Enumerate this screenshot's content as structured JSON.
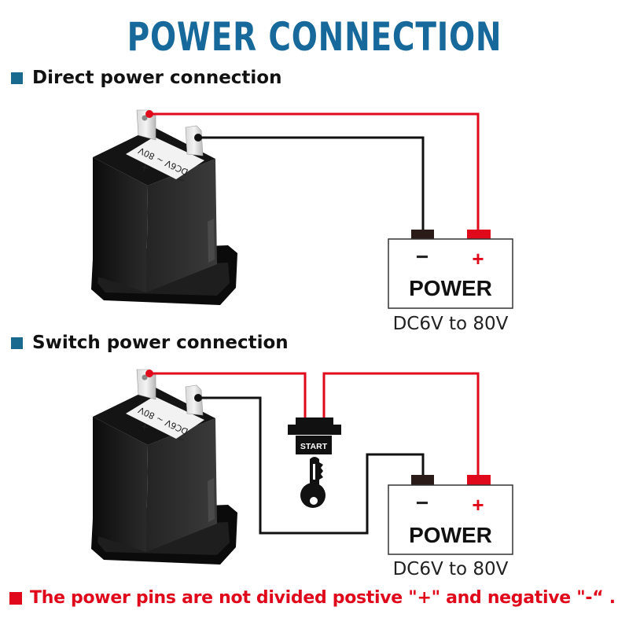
{
  "title": "POWER CONNECTION",
  "colors": {
    "title": "#16699a",
    "positive_wire": "#e0081b",
    "negative_wire": "#111111",
    "note": "#e0081b"
  },
  "sections": [
    {
      "heading": "Direct power connection",
      "device": {
        "label_voltage": "DC6V ~ 80V",
        "label_plus": "+",
        "label_minus": "−"
      },
      "power_supply": {
        "minus": "−",
        "plus": "+",
        "label": "POWER",
        "range": "DC6V to 80V"
      }
    },
    {
      "heading": "Switch power connection",
      "device": {
        "label_voltage": "DC6V ~ 80V",
        "label_plus": "+",
        "label_minus": "−"
      },
      "switch": {
        "label": "START",
        "icon": "key-icon"
      },
      "power_supply": {
        "minus": "−",
        "plus": "+",
        "label": "POWER",
        "range": "DC6V to 80V"
      }
    }
  ],
  "footer_note": "The power pins are not divided postive \"+\" and negative \"-“ ."
}
